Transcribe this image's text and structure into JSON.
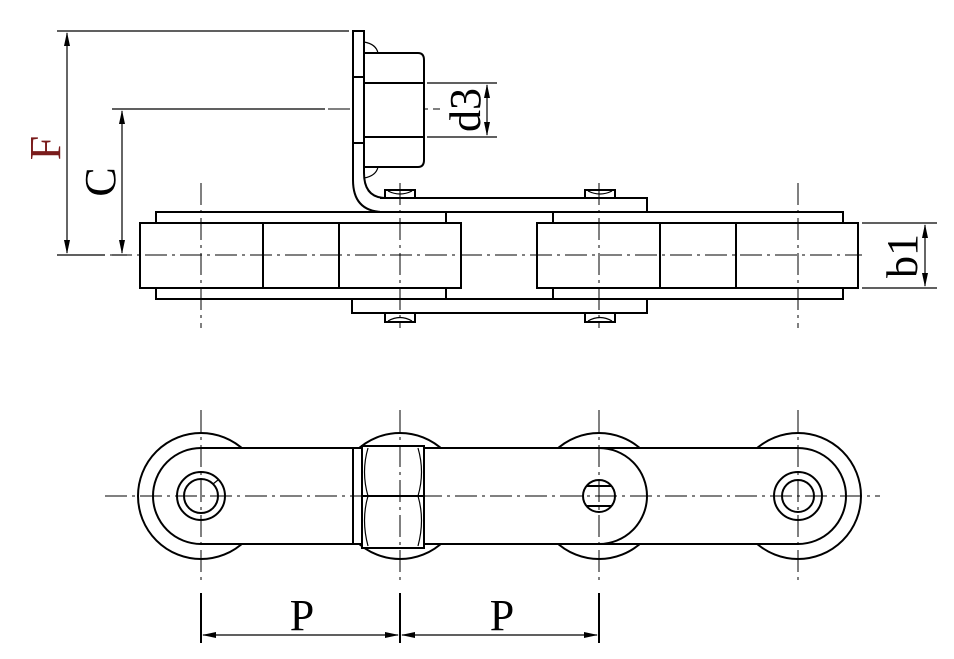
{
  "diagram": {
    "labels": {
      "F": "F",
      "C": "C",
      "d3": "d3",
      "b1": "b1",
      "P_left": "P",
      "P_right": "P"
    },
    "colors": {
      "line": "#000000",
      "label_F": "#7a1c1c",
      "background": "#ffffff"
    }
  }
}
